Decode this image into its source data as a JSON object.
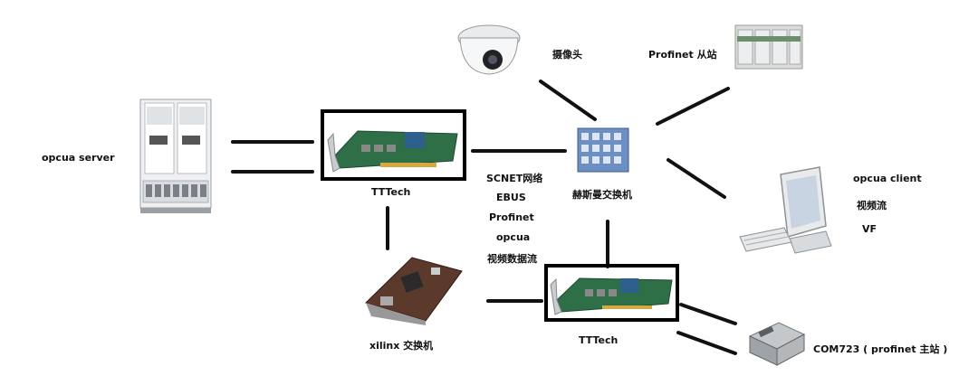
{
  "labels": {
    "opcua_server": "opcua server",
    "tttech_top": "TTTech",
    "tttech_bottom": "TTTech",
    "camera": "摄像头",
    "profinet_slave": "Profinet 从站",
    "hirschmann_switch": "赫斯曼交换机",
    "opcua_client": "opcua client",
    "video_stream": "视频流",
    "vf": "VF",
    "xilinx_switch": "xilinx 交换机",
    "com723": "COM723 ( profinet 主站 )",
    "protocols": [
      "SCNET网络",
      "EBUS",
      "Profinet",
      "opcua",
      "视频数据流"
    ]
  },
  "colors": {
    "line": "#111111",
    "box": "#000000",
    "board_green": "#2f6f48",
    "chip_blue": "#2f5f8f",
    "switch_blue": "#6d90c4",
    "device_gray": "#cfd3d6"
  }
}
